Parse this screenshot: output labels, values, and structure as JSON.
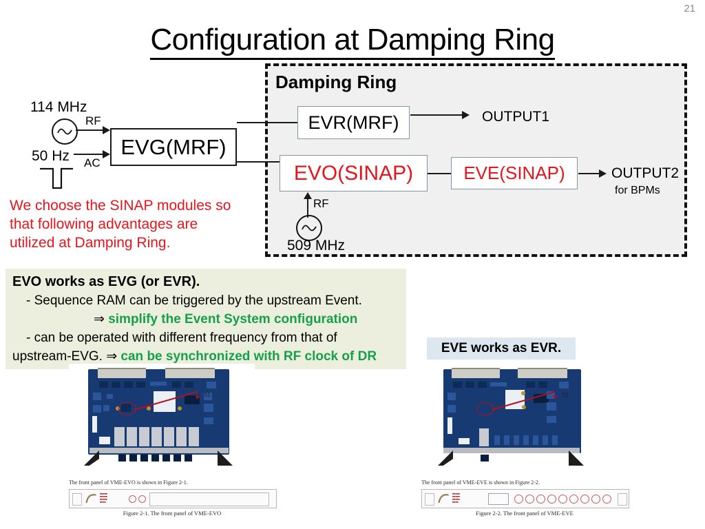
{
  "slide": {
    "page_number": "21",
    "title": "Configuration at Damping Ring"
  },
  "diagram": {
    "region_label": "Damping Ring",
    "sources": [
      {
        "name": "rf-source-114mhz",
        "label": "114 MHz",
        "port": "RF",
        "symbol": "sine-oscillator"
      },
      {
        "name": "ac-source-50hz",
        "label": "50 Hz",
        "port": "AC",
        "symbol": "square-pulse"
      },
      {
        "name": "rf-source-509mhz",
        "label": "509 MHz",
        "port": "RF",
        "symbol": "sine-oscillator"
      }
    ],
    "nodes": [
      {
        "name": "evg-mrf",
        "label": "EVG(MRF)",
        "color": "#1a1a1a"
      },
      {
        "name": "evr-mrf",
        "label": "EVR(MRF)",
        "color": "#1a1a1a"
      },
      {
        "name": "evo-sinap",
        "label": "EVO(SINAP)",
        "color": "#e8141b"
      },
      {
        "name": "eve-sinap",
        "label": "EVE(SINAP)",
        "color": "#e8141b"
      }
    ],
    "outputs": [
      {
        "name": "output1",
        "label": "OUTPUT1",
        "sublabel": ""
      },
      {
        "name": "output2",
        "label": "OUTPUT2",
        "sublabel": "for BPMs"
      }
    ]
  },
  "red_note": {
    "line1": "We choose the SINAP modules so",
    "line2": "that following advantages are",
    "line3": "utilized at Damping Ring."
  },
  "evo_advantages": {
    "heading": "EVO works as EVG (or EVR).",
    "bullet1": "- Sequence RAM can be triggered by the upstream Event.",
    "result1_arrow": "⇒",
    "result1": "simplify the Event System configuration",
    "bullet2": "- can be operated with different frequency from that of",
    "bullet2_cont": "upstream-EVG.",
    "result2_arrow": "⇒",
    "result2": "can be synchronized with RF clock of DR"
  },
  "eve_note": {
    "heading": "EVE works as EVR."
  },
  "figures": [
    {
      "name": "vme-evo-figure",
      "board_label": "S1",
      "caption_intro": "The front panel of VME-EVO is shown in Figure 2-1.",
      "caption": "Figure 2-1. The front panel of VME-EVO"
    },
    {
      "name": "vme-eve-figure",
      "board_label": "S1",
      "caption_intro": "The front panel of VME-EVE is shown in Figure 2-2.",
      "caption": "Figure 2-2. The front panel of VME-EVE"
    }
  ],
  "colors": {
    "accent_red": "#e8141b",
    "accent_green": "#17a04a",
    "region_fill": "#f0f0f0",
    "advantage_fill": "#ecefdd",
    "eve_note_fill": "#dde7ef",
    "box_border_blue": "#7f96ad"
  }
}
